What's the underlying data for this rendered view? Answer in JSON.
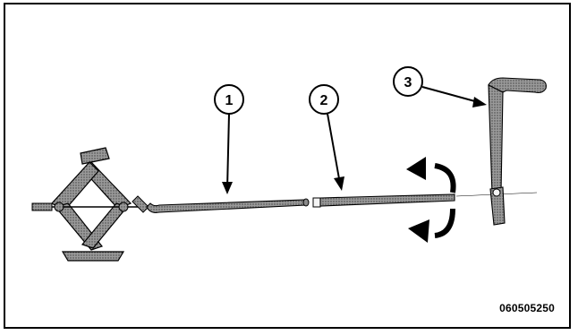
{
  "figure_id": "060505250",
  "callouts": [
    {
      "label": "1",
      "part": "jack-extension"
    },
    {
      "label": "2",
      "part": "jack-handle-extension"
    },
    {
      "label": "3",
      "part": "lug-wrench"
    }
  ],
  "icons": {
    "jack": "scissor-jack-icon",
    "rotation": "rotate-arrows-icon"
  },
  "colors": {
    "line": "#000000",
    "metal": "#6b6b6b",
    "background": "#ffffff"
  }
}
